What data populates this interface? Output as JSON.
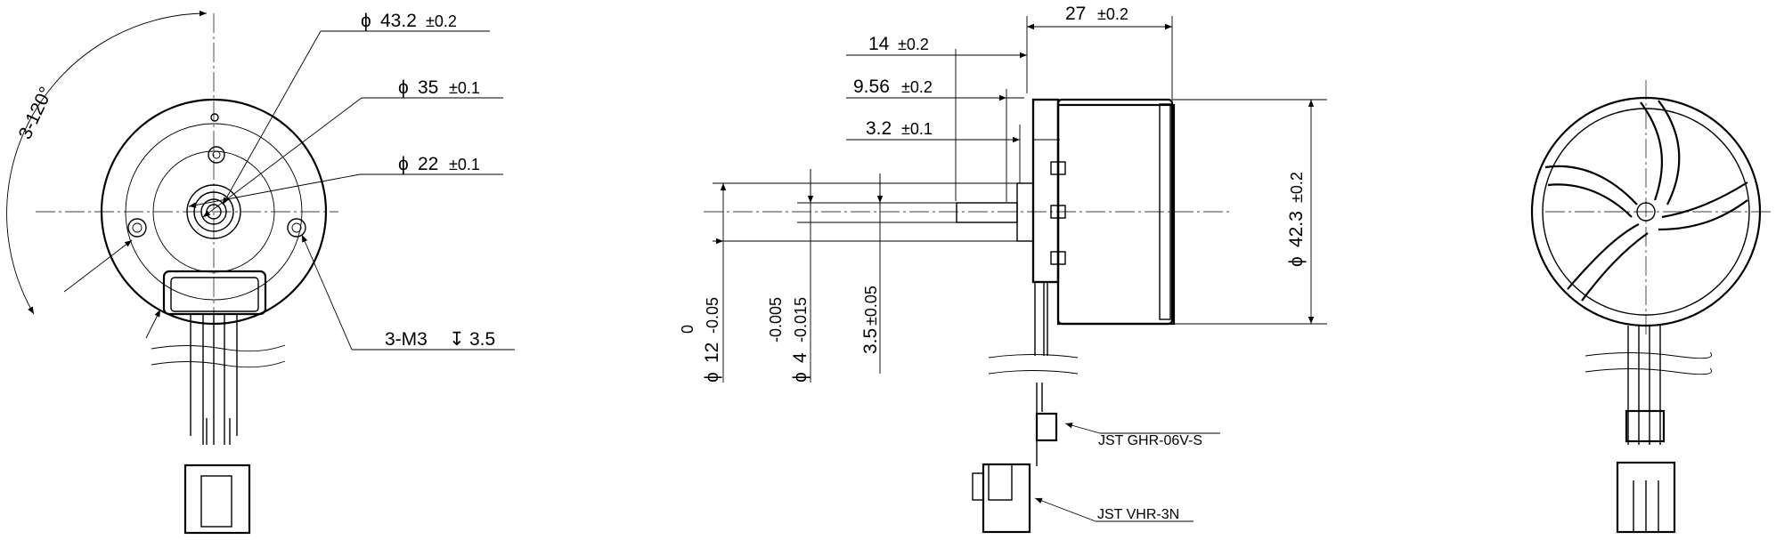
{
  "front_view": {
    "angle": "3-120°",
    "dia_outer": {
      "value": "43.2",
      "tol": "±0.2"
    },
    "dia_pcd": {
      "value": "35",
      "tol": "±0.1"
    },
    "dia_hub": {
      "value": "22",
      "tol": "±0.1"
    },
    "thread": {
      "prefix": "3-M3",
      "depth": "3.5"
    }
  },
  "side_view": {
    "length": {
      "value": "27",
      "tol": "±0.2"
    },
    "shaft_len": {
      "value": "14",
      "tol": "±0.2"
    },
    "hub_len": {
      "value": "9.56",
      "tol": "±0.2"
    },
    "flange": {
      "value": "3.2",
      "tol": "±0.1"
    },
    "height": {
      "value": "42.3",
      "tol": "±0.2"
    },
    "boss_dia": {
      "value": "12",
      "tol_upper": "0",
      "tol_lower": "-0.05"
    },
    "shaft_dia": {
      "value": "4",
      "tol_upper": "-0.005",
      "tol_lower": "-0.015"
    },
    "flat": {
      "value": "3.5",
      "tol": "±0.05"
    },
    "connector_small": "JST GHR-06V-S",
    "connector_large": "JST VHR-3N"
  },
  "symbols": {
    "diameter": "ϕ"
  }
}
